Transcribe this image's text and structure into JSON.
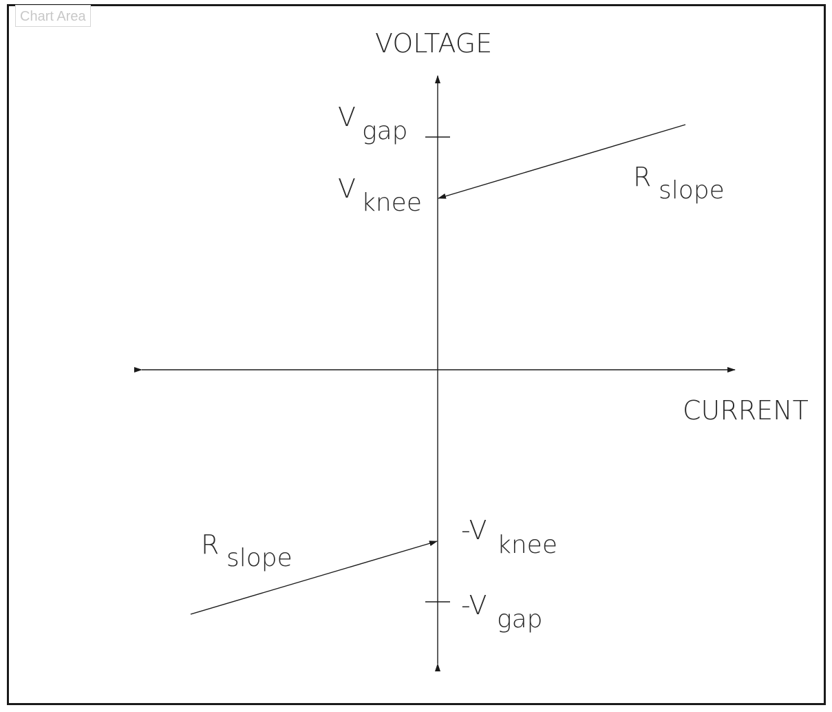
{
  "chart_area_label": "Chart Area",
  "axes": {
    "y_title": "VOLTAGE",
    "x_title": "CURRENT"
  },
  "labels": {
    "v_gap": {
      "main": "V",
      "sub": "gap"
    },
    "v_knee": {
      "main": "V",
      "sub": "knee"
    },
    "r_slope_upper": {
      "main": "R",
      "sub": "slope"
    },
    "neg_v_knee": {
      "main": "-V",
      "sub": "knee"
    },
    "neg_v_gap": {
      "main": "-V",
      "sub": "gap"
    },
    "r_slope_lower": {
      "main": "R",
      "sub": "slope"
    }
  },
  "colors": {
    "line": "#1a1a1a",
    "text": "#2a2a2a",
    "frame": "#1a1a1a"
  }
}
